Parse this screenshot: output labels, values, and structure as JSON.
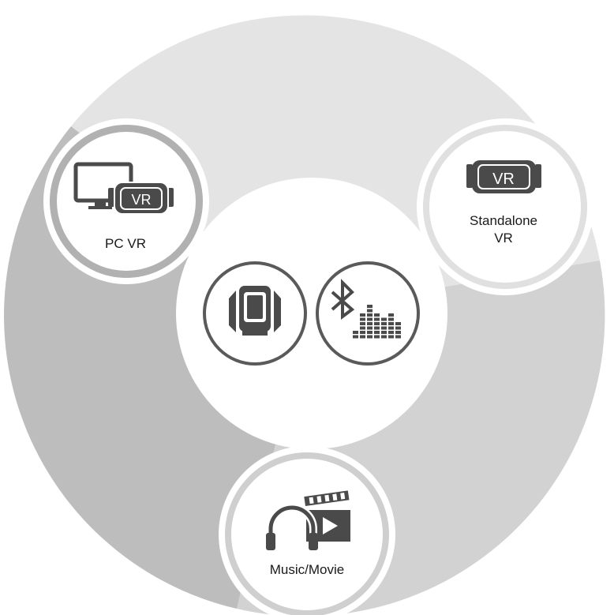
{
  "segments": {
    "pc_vr": {
      "label": "PC VR",
      "color": "#bdbdbe"
    },
    "standalone_vr": {
      "label_line1": "Standalone",
      "label_line2": "VR",
      "color": "#e4e4e5"
    },
    "music_movie": {
      "label": "Music/Movie",
      "color": "#d2d2d3"
    }
  },
  "badges": {
    "vr_text": "VR"
  },
  "colors": {
    "icon_dark": "#4a4a4a",
    "ring": "#b3b3b3"
  }
}
